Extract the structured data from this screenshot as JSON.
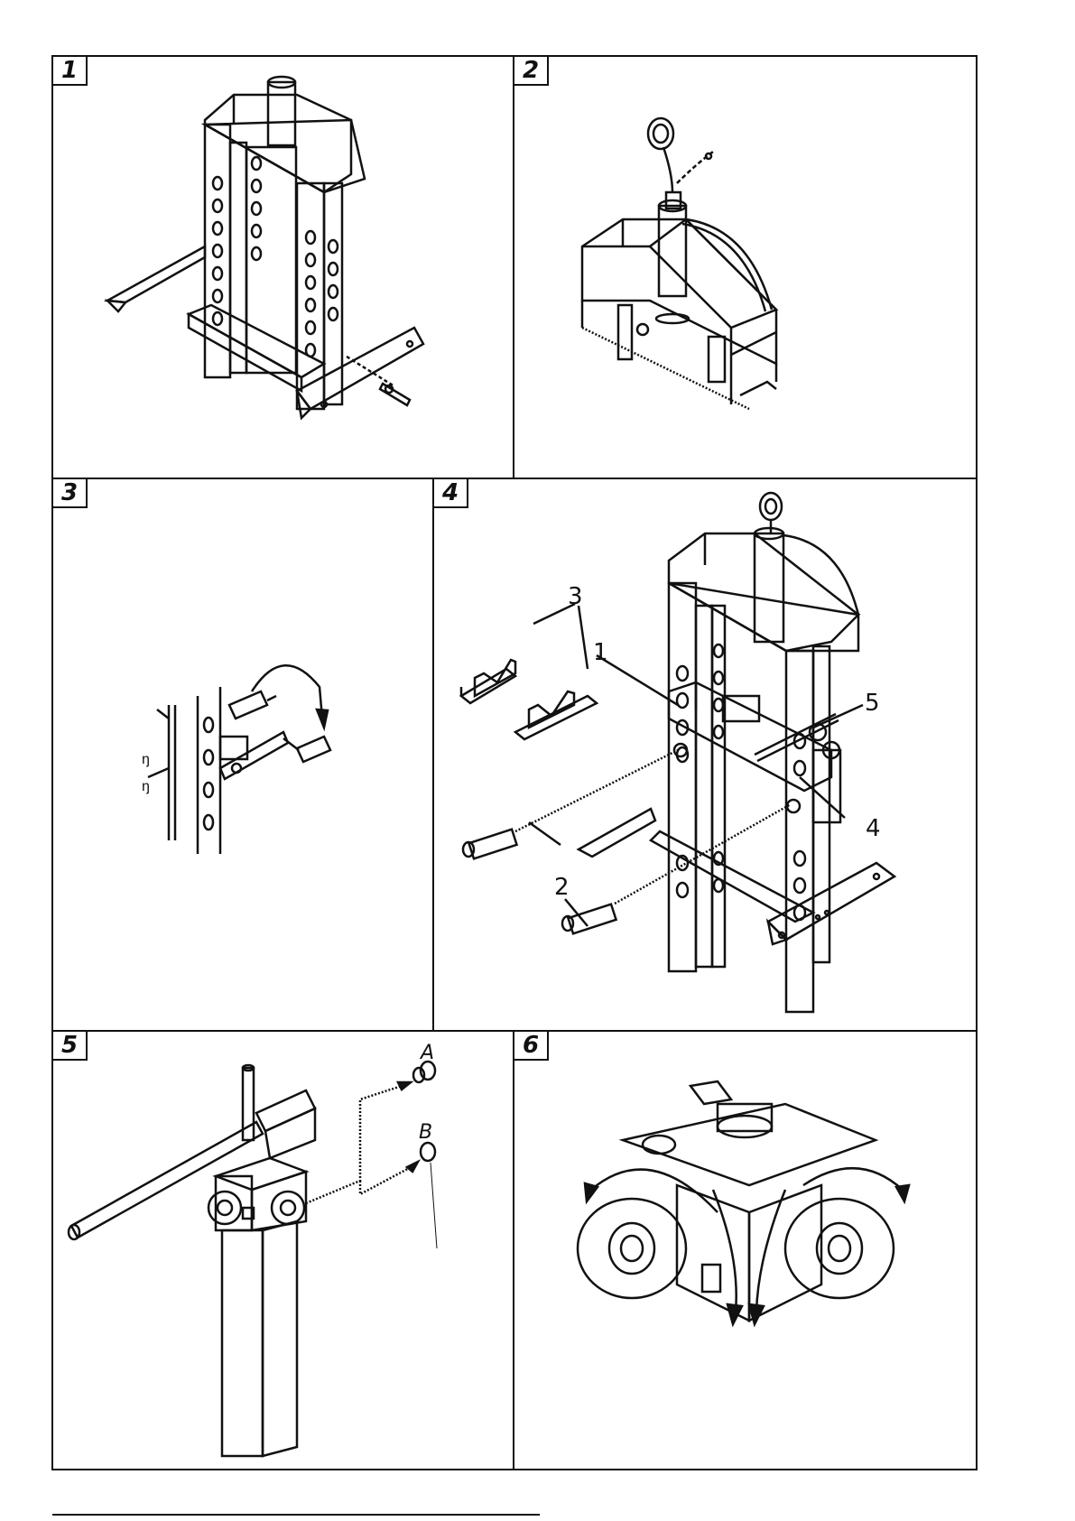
{
  "figures": [
    {
      "id": "fig-1",
      "number": "1"
    },
    {
      "id": "fig-2",
      "number": "2"
    },
    {
      "id": "fig-3",
      "number": "3"
    },
    {
      "id": "fig-4",
      "number": "4",
      "callouts": [
        "1",
        "2",
        "3",
        "4",
        "5"
      ]
    },
    {
      "id": "fig-5",
      "number": "5",
      "callouts": [
        "A",
        "B"
      ]
    },
    {
      "id": "fig-6",
      "number": "6"
    }
  ],
  "colors": {
    "line": "#111111",
    "background": "#ffffff"
  }
}
